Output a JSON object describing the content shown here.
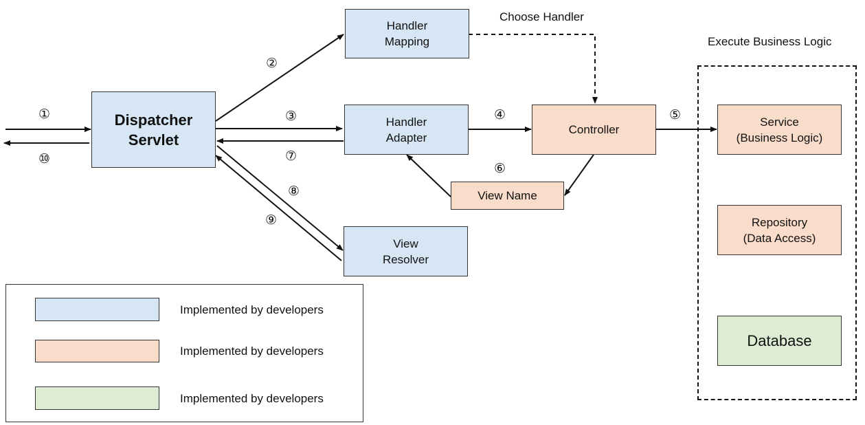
{
  "nodes": {
    "dispatcher": {
      "line1": "Dispatcher",
      "line2": "Servlet"
    },
    "handler_mapping": {
      "line1": "Handler",
      "line2": "Mapping"
    },
    "handler_adapter": {
      "line1": "Handler",
      "line2": "Adapter"
    },
    "controller": {
      "label": "Controller"
    },
    "view_name": {
      "label": "View Name"
    },
    "view_resolver": {
      "line1": "View",
      "line2": "Resolver"
    },
    "service": {
      "line1": "Service",
      "line2": "(Business Logic)"
    },
    "repository": {
      "line1": "Repository",
      "line2": "(Data Access)"
    },
    "database": {
      "label": "Database"
    }
  },
  "annotations": {
    "choose_handler": "Choose Handler",
    "business_logic": "Execute Business Logic"
  },
  "steps": [
    "①",
    "②",
    "③",
    "④",
    "⑤",
    "⑥",
    "⑦",
    "⑧",
    "⑨",
    "⑩"
  ],
  "legend": {
    "items": [
      {
        "label": "Implemented by developers"
      },
      {
        "label": "Implemented by developers"
      },
      {
        "label": "Implemented by developers"
      }
    ]
  },
  "colors": {
    "framework_blue": "#d6e6f4",
    "developer_peach": "#fadccb",
    "database_green": "#dcedd4"
  }
}
